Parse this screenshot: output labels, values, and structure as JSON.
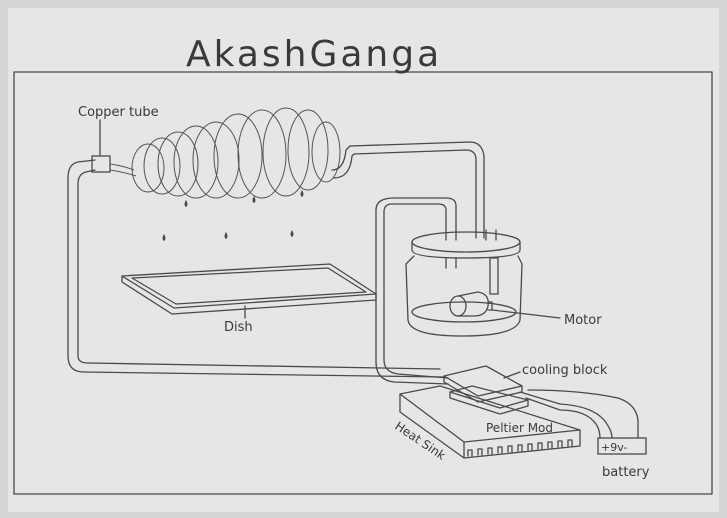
{
  "title": "AkashGanga",
  "labels": {
    "copper_tube": "Copper tube",
    "dish": "Dish",
    "motor": "Motor",
    "cooling_block": "cooling block",
    "peltier_mod": "Peltier Mod",
    "heat_sink": "Heat Sink",
    "battery_terminals": "+9v-",
    "battery": "battery"
  },
  "colors": {
    "paper": "#e4e4e2",
    "ink": "#4a4a4a"
  }
}
